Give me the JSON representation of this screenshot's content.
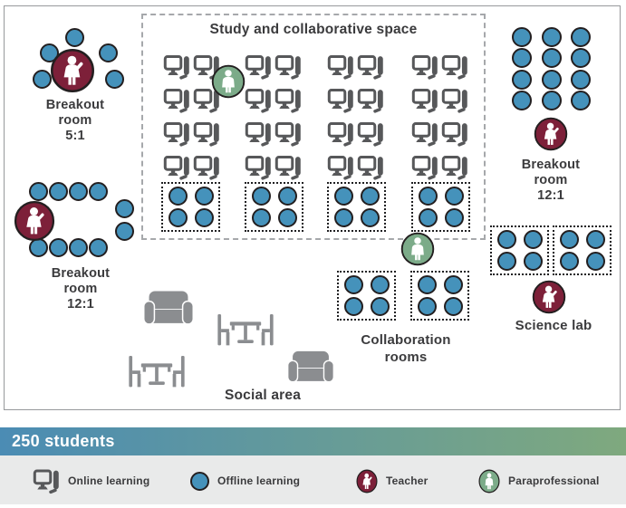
{
  "study_space": {
    "title": "Study and collaborative space",
    "workstation_rows": 4,
    "workstation_groups": 4,
    "workstations_per_group": 2,
    "pod_count": 4,
    "students_per_pod": 4
  },
  "breakout_small": {
    "line1": "Breakout",
    "line2": "room",
    "line3": "5:1",
    "student_count": 5
  },
  "breakout_left": {
    "line1": "Breakout",
    "line2": "room",
    "line3": "12:1",
    "student_count": 10
  },
  "breakout_right": {
    "line1": "Breakout",
    "line2": "room",
    "line3": "12:1",
    "student_count": 12
  },
  "science_lab": {
    "label": "Science lab",
    "pod_count": 2,
    "students_per_pod": 4
  },
  "collaboration_rooms": {
    "line1": "Collaboration",
    "line2": "rooms",
    "pod_count": 2,
    "students_per_pod": 4
  },
  "social_area": {
    "label": "Social area"
  },
  "banner": {
    "text": "250 students"
  },
  "legend": {
    "items": [
      {
        "icon": "workstation-icon",
        "label": "Online learning"
      },
      {
        "icon": "student-icon",
        "label": "Offline learning"
      },
      {
        "icon": "teacher-icon",
        "label": "Teacher"
      },
      {
        "icon": "paraprofessional-icon",
        "label": "Paraprofessional"
      }
    ]
  },
  "colors": {
    "student": "#4592bb",
    "teacher": "#7d2039",
    "paraprofessional": "#7cab89",
    "workstation": "#57585a",
    "furniture": "#8b8d90",
    "banner_left": "#4b8cb4",
    "banner_right": "#7fa97e",
    "legend_background": "#e9eaea"
  }
}
